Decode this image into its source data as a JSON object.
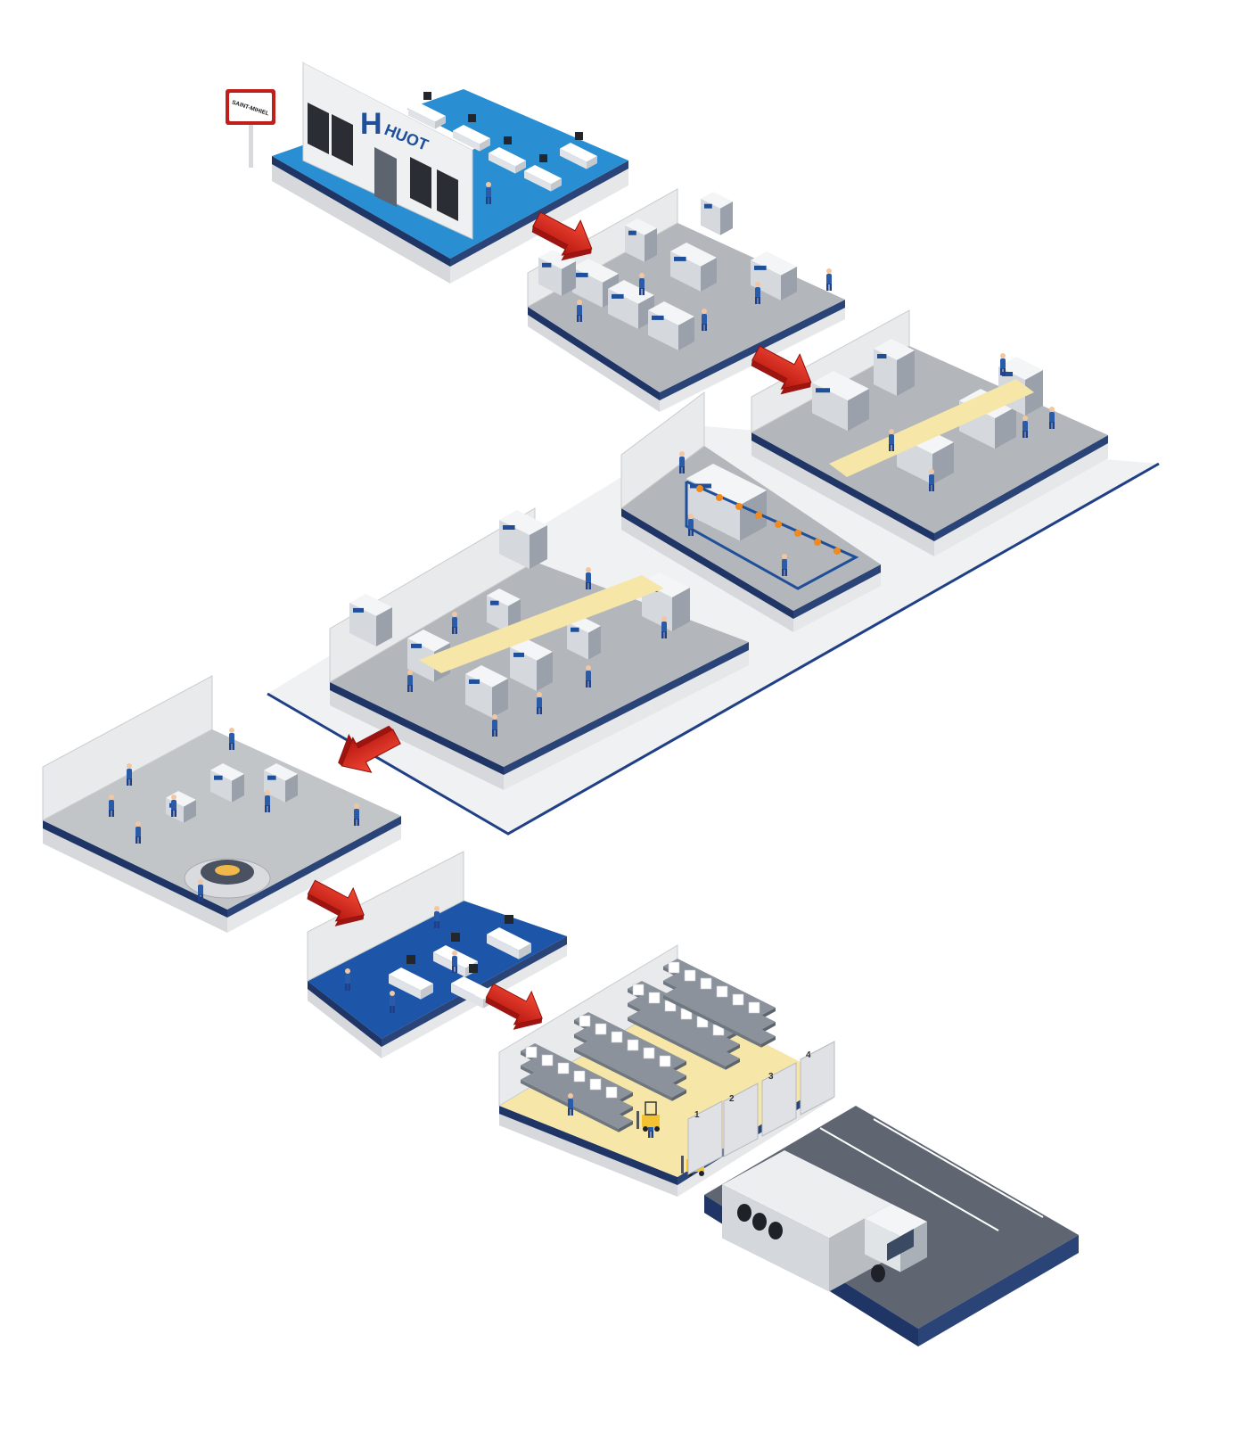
{
  "sign": {
    "text": "SAINT-MIHIEL"
  },
  "company": {
    "name": "HUOT",
    "logo_mark": "H"
  },
  "dock": {
    "door_labels": [
      "1",
      "2",
      "3",
      "4"
    ]
  },
  "colors": {
    "brand_blue": "#1f4f99",
    "office_blue": "#2a8fd2",
    "floor_gray": "#b3b6ba",
    "aisle_yellow": "#f6e6a8",
    "arrow_red": "#e3231b",
    "worker_blue": "#2a5ba8",
    "road_gray": "#5f6672"
  },
  "icons": [
    "flow-arrow-icon",
    "worker-icon",
    "forklift-icon",
    "truck-icon",
    "rack-icon",
    "machine-icon"
  ]
}
